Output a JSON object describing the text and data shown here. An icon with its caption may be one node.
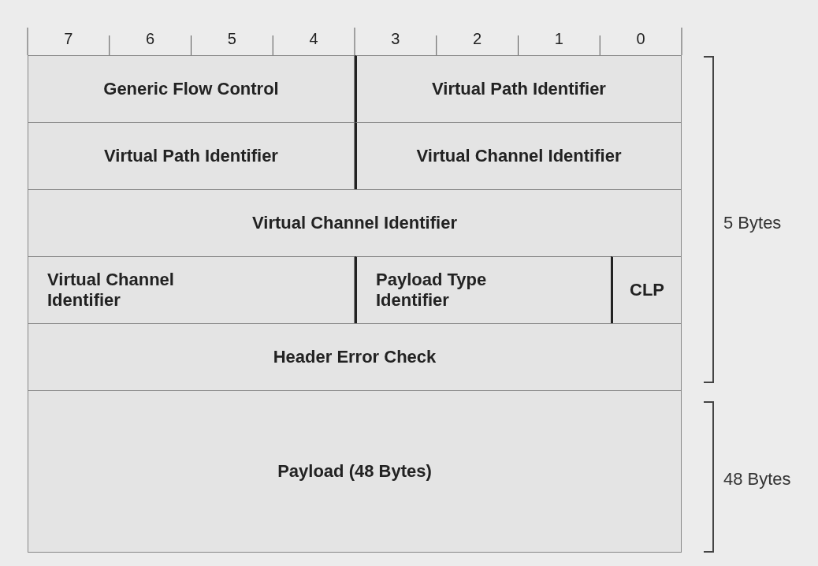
{
  "diagram": {
    "nodes": [
      {
        "text": [
          "Generic Flow Control"
        ]
      },
      {
        "text": [
          "Virtual Path Identifier"
        ]
      },
      {
        "text": [
          "Virtual Path Identifier"
        ]
      },
      {
        "text": [
          "Virtual Channel Identifier"
        ]
      },
      {
        "text": [
          "Virtual Channel Identifier"
        ]
      },
      {
        "text": [
          "Virtual Channel Identifier"
        ]
      },
      {
        "text": [
          "Payload Type Identifier"
        ]
      },
      {
        "text": [
          "CLP"
        ]
      },
      {
        "text": [
          "Header Error Check"
        ]
      },
      {
        "text": [
          "Payload (48 Bytes)"
        ]
      }
    ],
    "labels": [
      "7",
      "6",
      "5",
      "4",
      "3",
      "2",
      "1",
      "0",
      "5 Bytes",
      "48 Bytes"
    ]
  }
}
